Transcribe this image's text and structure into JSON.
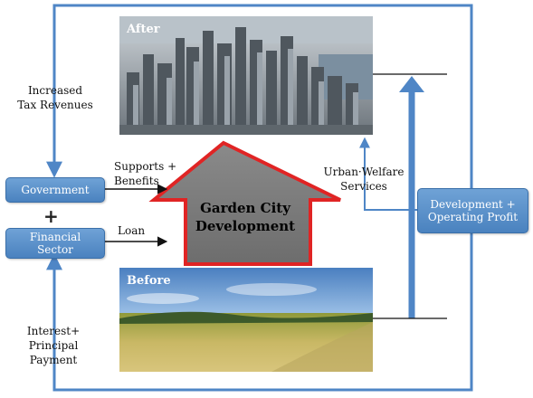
{
  "after_title": "After",
  "before_title": "Before",
  "center_label_line1": "Garden City",
  "center_label_line2": "Development",
  "government": "Government",
  "financial_sector_line1": "Financial",
  "financial_sector_line2": "Sector",
  "plus_sign": "+",
  "dev_profit_line1": "Development +",
  "dev_profit_line2": "Operating Profit",
  "increased_tax_line1": "Increased",
  "increased_tax_line2": "Tax Revenues",
  "supports_line1": "Supports +",
  "supports_line2": "Benefits",
  "loan": "Loan",
  "urban_welfare_line1": "Urban·Welfare",
  "urban_welfare_line2": "Services",
  "interest_line1": "Interest+",
  "interest_line2": "Principal",
  "interest_line3": "Payment",
  "colors": {
    "flow_blue": "#4f86c6",
    "box_blue": "#5b93cf",
    "arrow_gray": "#7b7b7b",
    "arrow_outline_red": "#e02424"
  }
}
